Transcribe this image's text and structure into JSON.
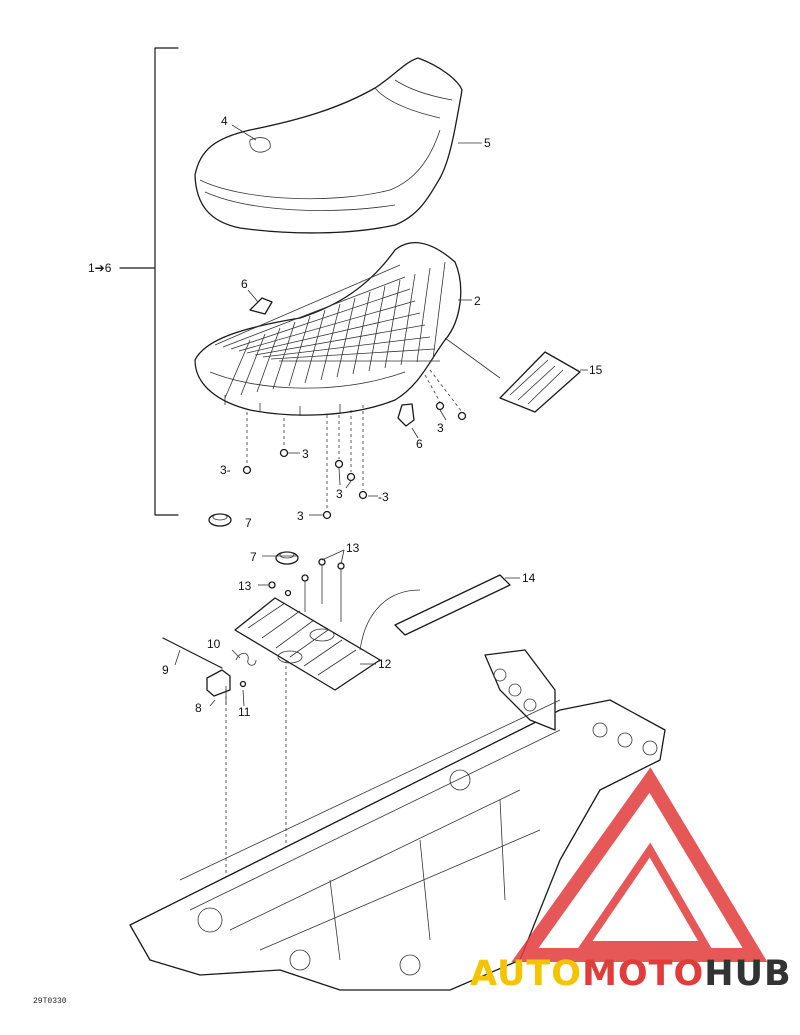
{
  "diagram_code": "29T0330",
  "group_label": "1➔6",
  "callouts": [
    {
      "id": "c4",
      "text": "4"
    },
    {
      "id": "c5",
      "text": "5"
    },
    {
      "id": "c6a",
      "text": "6"
    },
    {
      "id": "c2",
      "text": "2"
    },
    {
      "id": "c15",
      "text": "15"
    },
    {
      "id": "c6b",
      "text": "6"
    },
    {
      "id": "c3a",
      "text": "3"
    },
    {
      "id": "c3b",
      "text": "3"
    },
    {
      "id": "c3c",
      "text": "3-"
    },
    {
      "id": "c3d",
      "text": "3"
    },
    {
      "id": "c3e",
      "text": "-3"
    },
    {
      "id": "c3f",
      "text": "3"
    },
    {
      "id": "c7a",
      "text": "7"
    },
    {
      "id": "c7b",
      "text": "7"
    },
    {
      "id": "c13a",
      "text": "13"
    },
    {
      "id": "c13b",
      "text": "13"
    },
    {
      "id": "c14",
      "text": "14"
    },
    {
      "id": "c10",
      "text": "10"
    },
    {
      "id": "c9",
      "text": "9"
    },
    {
      "id": "c12",
      "text": "12"
    },
    {
      "id": "c8",
      "text": "8"
    },
    {
      "id": "c11",
      "text": "11"
    }
  ],
  "watermark": {
    "prefix": "AUTO",
    "middle": "MOTO",
    "suffix": "HUB",
    "prefix_color": "#f5c400",
    "middle_color": "#e23b3b",
    "suffix_color": "#333333",
    "triangle_color": "#e23b3b"
  }
}
